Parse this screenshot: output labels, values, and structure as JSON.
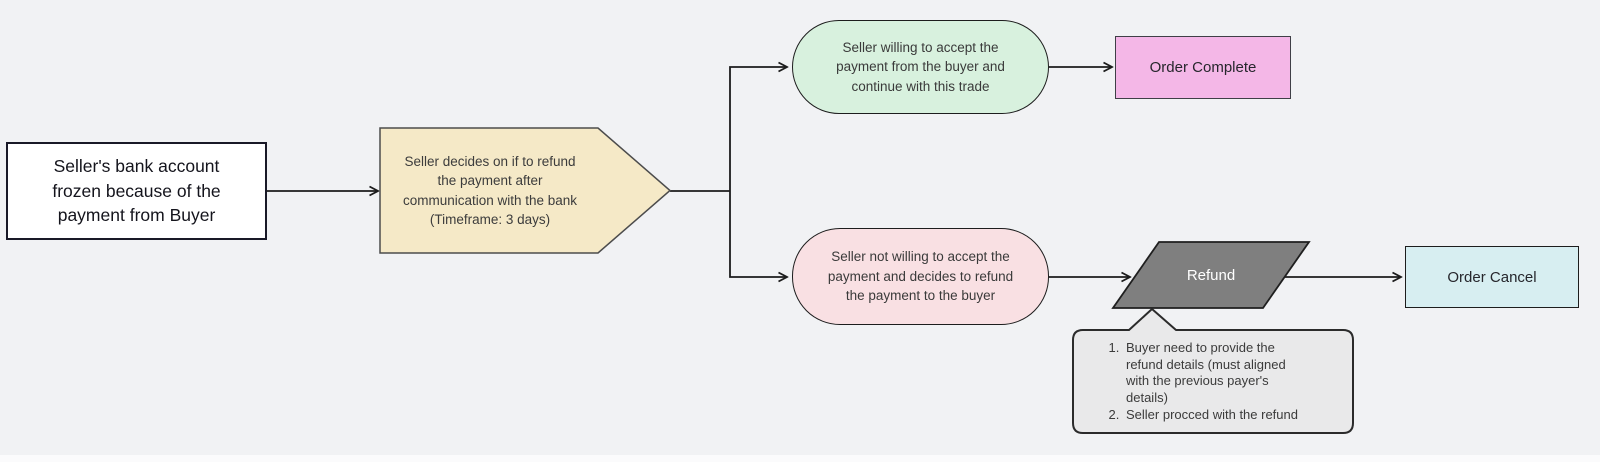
{
  "colors": {
    "background": "#f1f2f4",
    "connector_line": "#1c1c1c",
    "start_fill": "#ffffff",
    "decision_fill": "#f5e9c7",
    "accept_fill": "#d8f1de",
    "order_complete_fill": "#f4b7e7",
    "refuse_fill": "#f9e0e3",
    "refund_fill": "#7f7f7f",
    "order_cancel_fill": "#d7eef1",
    "note_fill": "#e9e9ea"
  },
  "nodes": {
    "start": {
      "label": "Seller's bank account\nfrozen because of the\npayment from Buyer"
    },
    "decision": {
      "label": "Seller decides on if to refund\nthe payment after\ncommunication with the bank\n(Timeframe: 3 days)"
    },
    "accept": {
      "label": "Seller willing to accept the\npayment from the buyer and\ncontinue with this trade"
    },
    "order_complete": {
      "label": "Order Complete"
    },
    "refuse": {
      "label": "Seller not willing to accept the\npayment and decides to refund\nthe payment to the buyer"
    },
    "refund": {
      "label": "Refund"
    },
    "order_cancel": {
      "label": "Order Cancel"
    },
    "note": {
      "items": [
        "Buyer need to provide the\nrefund details (must aligned\nwith the previous payer's\ndetails)",
        "Seller procced with the refund"
      ]
    }
  }
}
